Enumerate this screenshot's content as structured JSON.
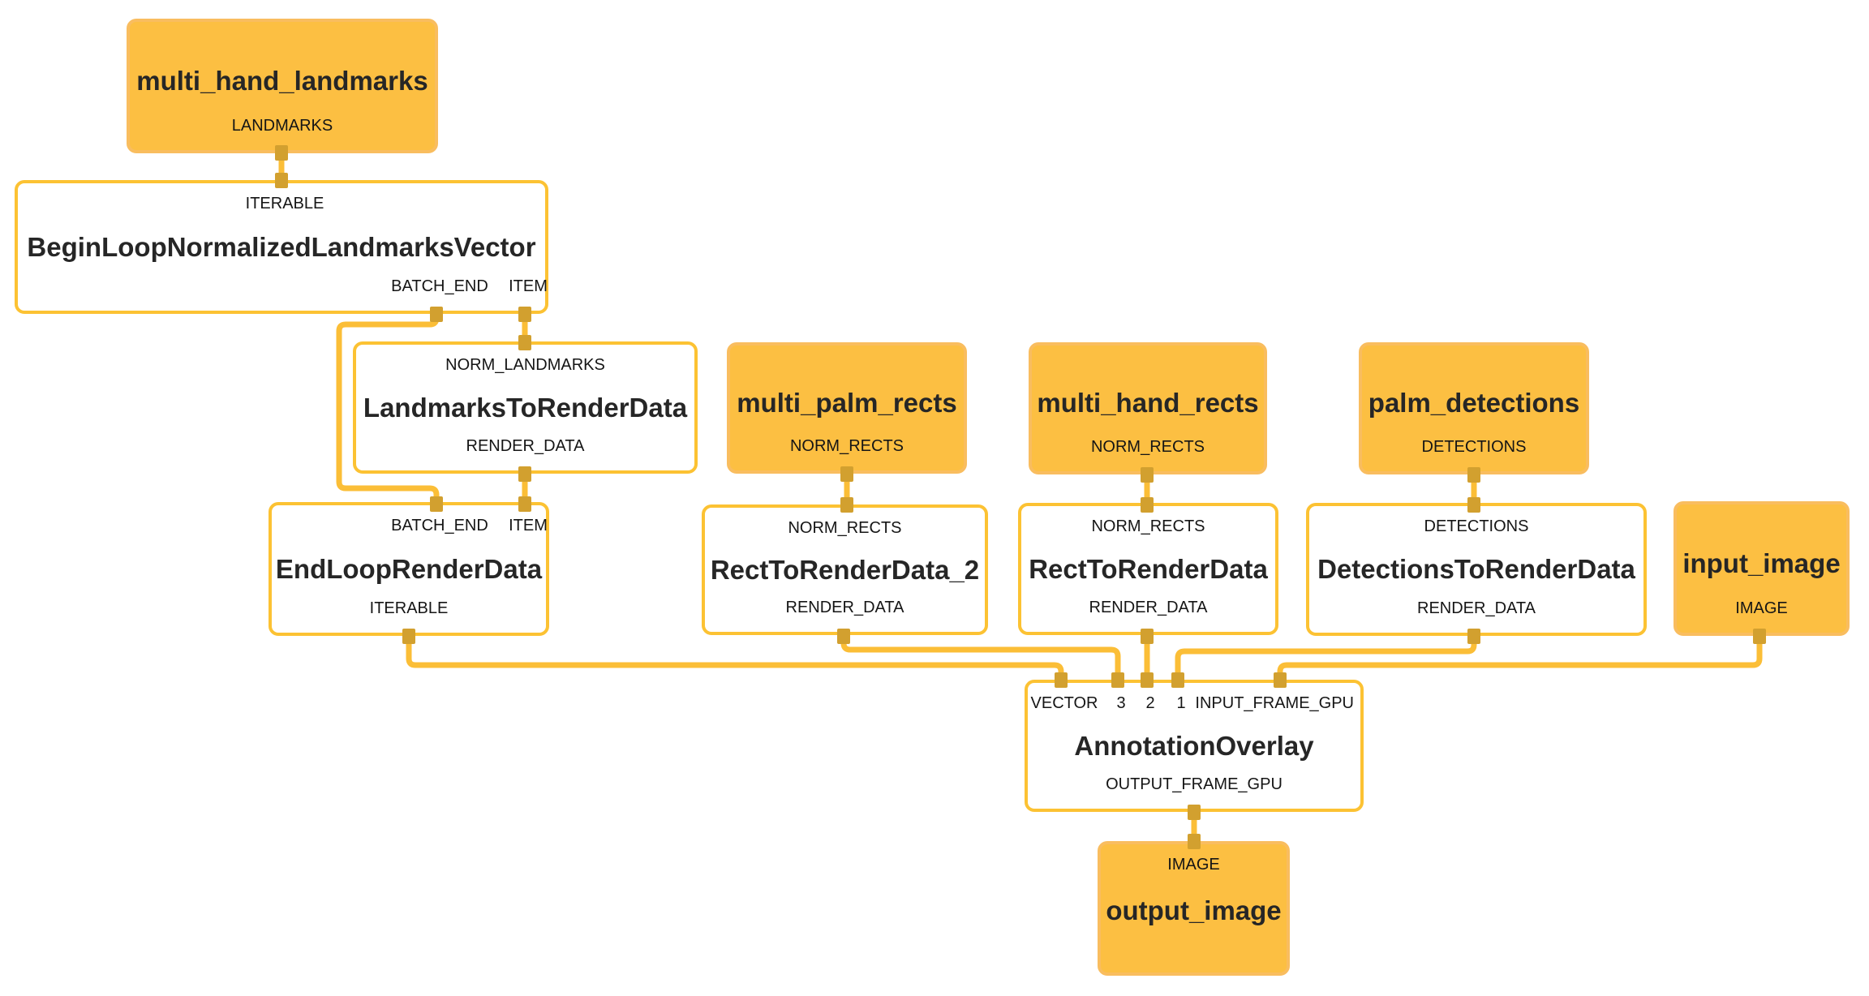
{
  "app": {
    "name": "graph-visualizer",
    "background": "#FFFFFF"
  },
  "colors": {
    "stream_node_fill": "#FCBF42",
    "stream_node_border": "#F9BD5F",
    "calculator_node_fill": "#FFFFFF",
    "calculator_node_border": "#FCC233",
    "edge": "#FBBE37",
    "port_square": "#D2A02F",
    "title_text": "#262626",
    "port_label_text": "#151515"
  },
  "nodes": [
    {
      "id": "multi_hand_landmarks",
      "kind": "stream",
      "title": "multi_hand_landmarks",
      "input_labels": [],
      "output_labels": [
        "LANDMARKS"
      ]
    },
    {
      "id": "begin_loop_normalized_landmarks_vector",
      "kind": "calculator",
      "title": "BeginLoopNormalizedLandmarksVector",
      "input_labels": [
        "ITERABLE"
      ],
      "output_labels": [
        "BATCH_END",
        "ITEM"
      ]
    },
    {
      "id": "landmarks_to_render_data",
      "kind": "calculator",
      "title": "LandmarksToRenderData",
      "input_labels": [
        "NORM_LANDMARKS"
      ],
      "output_labels": [
        "RENDER_DATA"
      ]
    },
    {
      "id": "multi_palm_rects",
      "kind": "stream",
      "title": "multi_palm_rects",
      "input_labels": [],
      "output_labels": [
        "NORM_RECTS"
      ]
    },
    {
      "id": "multi_hand_rects",
      "kind": "stream",
      "title": "multi_hand_rects",
      "input_labels": [],
      "output_labels": [
        "NORM_RECTS"
      ]
    },
    {
      "id": "palm_detections",
      "kind": "stream",
      "title": "palm_detections",
      "input_labels": [],
      "output_labels": [
        "DETECTIONS"
      ]
    },
    {
      "id": "end_loop_render_data",
      "kind": "calculator",
      "title": "EndLoopRenderData",
      "input_labels": [
        "BATCH_END",
        "ITEM"
      ],
      "output_labels": [
        "ITERABLE"
      ]
    },
    {
      "id": "rect_to_render_data_2",
      "kind": "calculator",
      "title": "RectToRenderData_2",
      "input_labels": [
        "NORM_RECTS"
      ],
      "output_labels": [
        "RENDER_DATA"
      ]
    },
    {
      "id": "rect_to_render_data",
      "kind": "calculator",
      "title": "RectToRenderData",
      "input_labels": [
        "NORM_RECTS"
      ],
      "output_labels": [
        "RENDER_DATA"
      ]
    },
    {
      "id": "detections_to_render_data",
      "kind": "calculator",
      "title": "DetectionsToRenderData",
      "input_labels": [
        "DETECTIONS"
      ],
      "output_labels": [
        "RENDER_DATA"
      ]
    },
    {
      "id": "input_image",
      "kind": "stream",
      "title": "input_image",
      "input_labels": [],
      "output_labels": [
        "IMAGE"
      ]
    },
    {
      "id": "annotation_overlay",
      "kind": "calculator",
      "title": "AnnotationOverlay",
      "input_labels": [
        "VECTOR",
        "3",
        "2",
        "1",
        "INPUT_FRAME_GPU"
      ],
      "output_labels": [
        "OUTPUT_FRAME_GPU"
      ]
    },
    {
      "id": "output_image",
      "kind": "stream",
      "title": "output_image",
      "input_labels": [
        "IMAGE"
      ],
      "output_labels": []
    }
  ],
  "edges": [
    {
      "from": "multi_hand_landmarks.LANDMARKS",
      "to": "BeginLoopNormalizedLandmarksVector.ITERABLE"
    },
    {
      "from": "BeginLoopNormalizedLandmarksVector.BATCH_END",
      "to": "EndLoopRenderData.BATCH_END"
    },
    {
      "from": "BeginLoopNormalizedLandmarksVector.ITEM",
      "to": "LandmarksToRenderData.NORM_LANDMARKS"
    },
    {
      "from": "LandmarksToRenderData.RENDER_DATA",
      "to": "EndLoopRenderData.ITEM"
    },
    {
      "from": "multi_palm_rects.NORM_RECTS",
      "to": "RectToRenderData_2.NORM_RECTS"
    },
    {
      "from": "multi_hand_rects.NORM_RECTS",
      "to": "RectToRenderData.NORM_RECTS"
    },
    {
      "from": "palm_detections.DETECTIONS",
      "to": "DetectionsToRenderData.DETECTIONS"
    },
    {
      "from": "EndLoopRenderData.ITERABLE",
      "to": "AnnotationOverlay.VECTOR"
    },
    {
      "from": "RectToRenderData_2.RENDER_DATA",
      "to": "AnnotationOverlay.3"
    },
    {
      "from": "RectToRenderData.RENDER_DATA",
      "to": "AnnotationOverlay.2"
    },
    {
      "from": "DetectionsToRenderData.RENDER_DATA",
      "to": "AnnotationOverlay.1"
    },
    {
      "from": "input_image.IMAGE",
      "to": "AnnotationOverlay.INPUT_FRAME_GPU"
    },
    {
      "from": "AnnotationOverlay.OUTPUT_FRAME_GPU",
      "to": "output_image.IMAGE"
    }
  ]
}
